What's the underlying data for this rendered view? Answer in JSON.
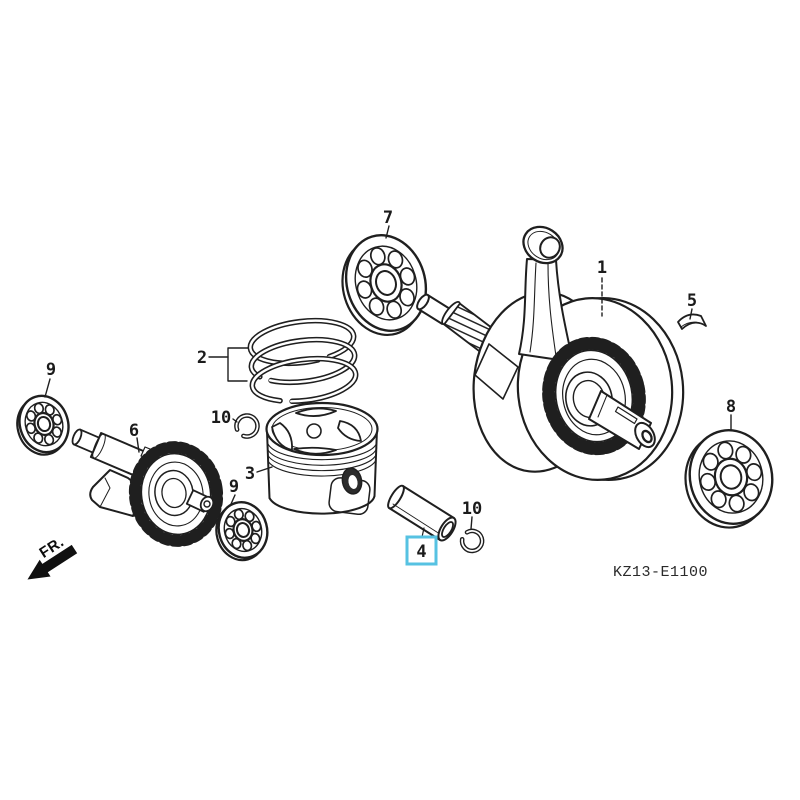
{
  "diagram": {
    "code": "KZ13-E1100",
    "fr_label": "FR.",
    "line_color": "#1f1f1f",
    "highlight_color": "#56c2e2",
    "background_color": "#ffffff"
  },
  "labels": [
    {
      "id": "1",
      "part": "crankshaft-assembly",
      "text": "1",
      "selected": false
    },
    {
      "id": "2",
      "part": "piston-ring-set",
      "text": "2",
      "selected": false
    },
    {
      "id": "3",
      "part": "piston",
      "text": "3",
      "selected": false
    },
    {
      "id": "4",
      "part": "piston-pin",
      "text": "4",
      "selected": true
    },
    {
      "id": "5",
      "part": "woodruff-key",
      "text": "5",
      "selected": false
    },
    {
      "id": "6",
      "part": "balancer-shaft",
      "text": "6",
      "selected": false
    },
    {
      "id": "7",
      "part": "ball-bearing-top",
      "text": "7",
      "selected": false
    },
    {
      "id": "8",
      "part": "ball-bearing-right",
      "text": "8",
      "selected": false
    },
    {
      "id": "9a",
      "part": "ball-bearing-left",
      "text": "9",
      "selected": false
    },
    {
      "id": "9b",
      "part": "ball-bearing-lower",
      "text": "9",
      "selected": false
    },
    {
      "id": "10a",
      "part": "piston-pin-clip-upper",
      "text": "10",
      "selected": false
    },
    {
      "id": "10b",
      "part": "piston-pin-clip-lower",
      "text": "10",
      "selected": false
    }
  ]
}
